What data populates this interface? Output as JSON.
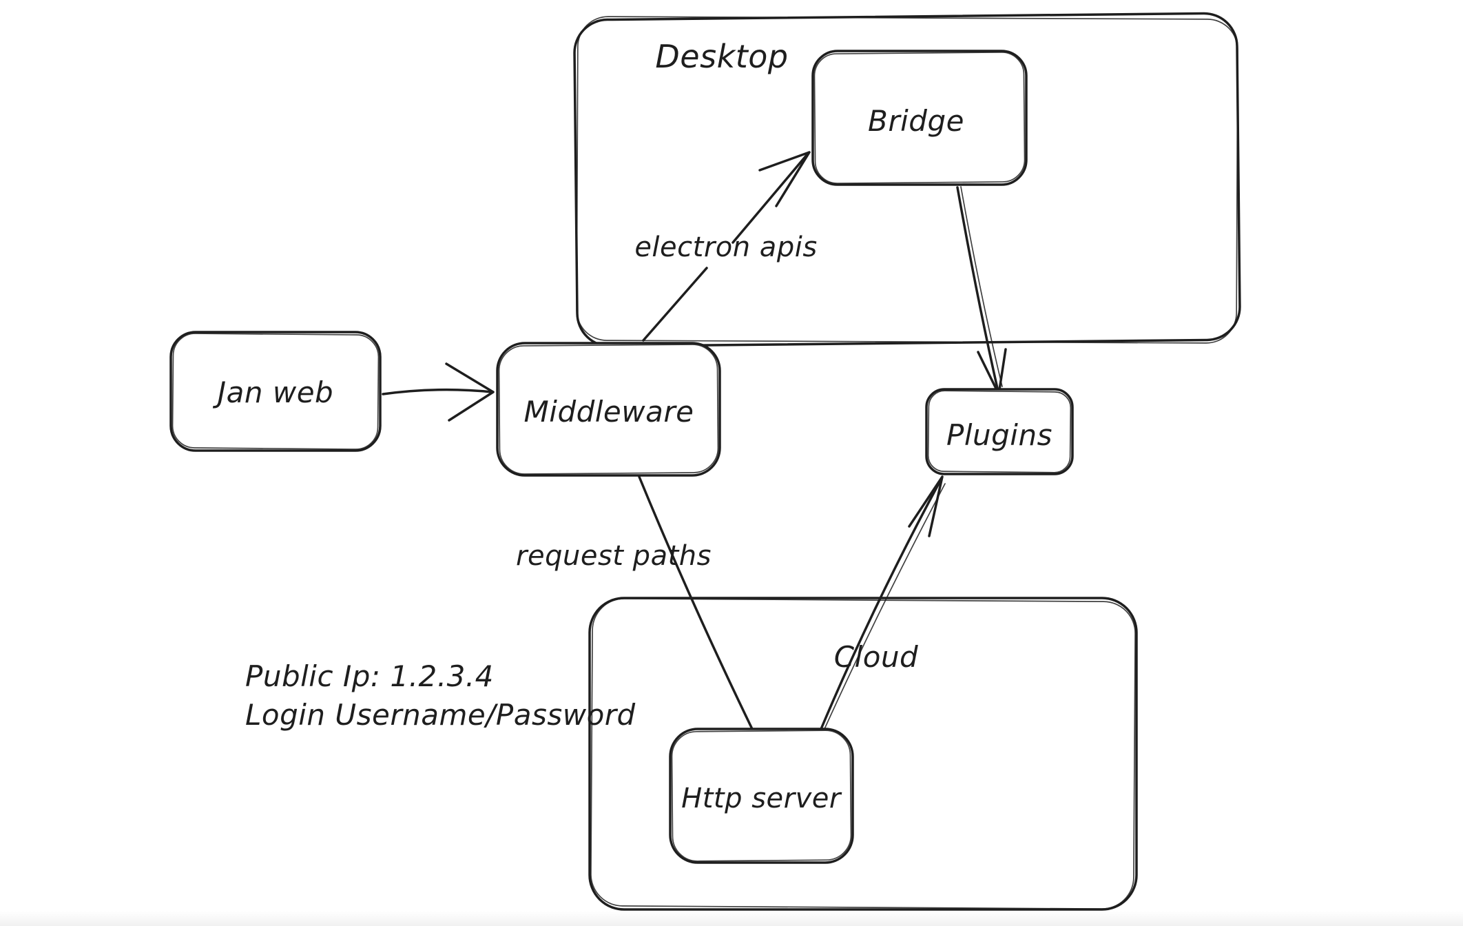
{
  "diagram": {
    "containers": [
      {
        "id": "desktop",
        "label": "Desktop"
      },
      {
        "id": "cloud",
        "label": "Cloud"
      }
    ],
    "nodes": [
      {
        "id": "jan-web",
        "label": "Jan web"
      },
      {
        "id": "middleware",
        "label": "Middleware"
      },
      {
        "id": "bridge",
        "label": "Bridge"
      },
      {
        "id": "plugins",
        "label": "Plugins"
      },
      {
        "id": "http-server",
        "label": "Http server"
      }
    ],
    "edges": [
      {
        "from": "jan-web",
        "to": "middleware",
        "label": "",
        "arrowhead": "open"
      },
      {
        "from": "middleware",
        "to": "bridge",
        "label": "electron apis",
        "arrowhead": "open"
      },
      {
        "from": "bridge",
        "to": "plugins",
        "label": "",
        "arrowhead": "open"
      },
      {
        "from": "middleware",
        "to": "http-server",
        "label": "request paths",
        "arrowhead": "none"
      },
      {
        "from": "http-server",
        "to": "plugins",
        "label": "",
        "arrowhead": "open"
      }
    ],
    "annotations": [
      "Public Ip: 1.2.3.4",
      "Login Username/Password"
    ],
    "style": {
      "stroke": "#1e1e1e",
      "background": "#ffffff",
      "footer_strip": "#f1f1f1"
    }
  }
}
